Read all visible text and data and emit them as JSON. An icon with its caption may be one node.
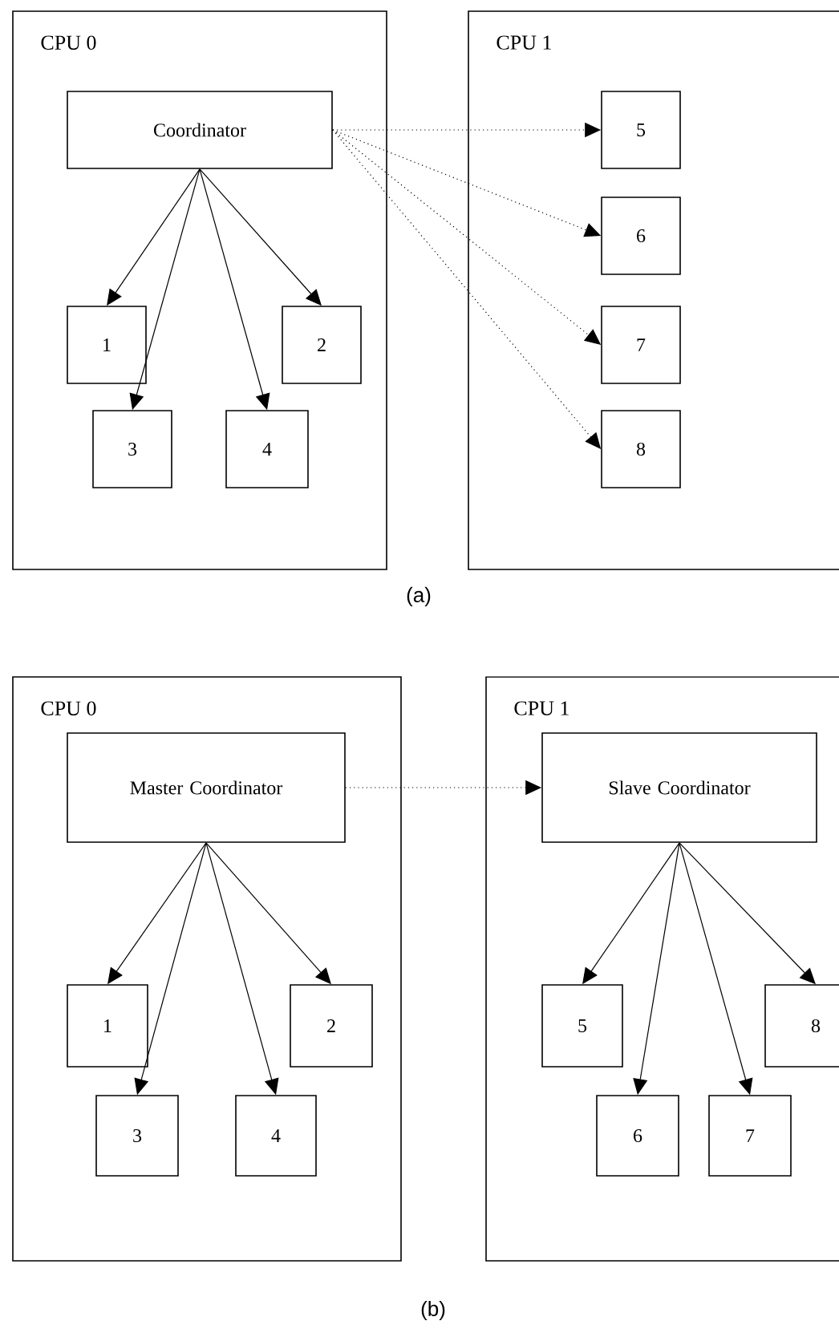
{
  "diagram": {
    "nodes": [
      {
        "text": [
          "CPU 0"
        ]
      },
      {
        "text": [
          "Coordinator"
        ],
        "in": 0
      },
      {
        "text": [
          "1"
        ],
        "in": 0
      },
      {
        "text": [
          "2"
        ],
        "in": 0
      },
      {
        "text": [
          "3"
        ],
        "in": 0
      },
      {
        "text": [
          "4"
        ],
        "in": 0
      },
      {
        "text": [
          "CPU 1"
        ]
      },
      {
        "text": [
          "5"
        ],
        "in": 6
      },
      {
        "text": [
          "6"
        ],
        "in": 6
      },
      {
        "text": [
          "7"
        ],
        "in": 6
      },
      {
        "text": [
          "8"
        ],
        "in": 6
      },
      {
        "text": [
          "CPU 0"
        ]
      },
      {
        "text": [
          "Master Coordinator"
        ],
        "in": 11
      },
      {
        "text": [
          "1"
        ],
        "in": 11
      },
      {
        "text": [
          "2"
        ],
        "in": 11
      },
      {
        "text": [
          "3"
        ],
        "in": 11
      },
      {
        "text": [
          "4"
        ],
        "in": 11
      },
      {
        "text": [
          "CPU 1"
        ]
      },
      {
        "text": [
          "Slave Coordinator"
        ],
        "in": 17
      },
      {
        "text": [
          "5"
        ],
        "in": 17
      },
      {
        "text": [
          "8"
        ],
        "in": 17
      },
      {
        "text": [
          "6"
        ],
        "in": 17
      },
      {
        "text": [
          "7"
        ],
        "in": 17
      }
    ],
    "edges": [
      {
        "from": 1,
        "to": 2,
        "arrow": "to"
      },
      {
        "from": 1,
        "to": 4,
        "arrow": "to"
      },
      {
        "from": 1,
        "to": 5,
        "arrow": "to"
      },
      {
        "from": 1,
        "to": 3,
        "arrow": "to"
      },
      {
        "from": 1,
        "to": 7,
        "arrow": "to",
        "style": "dashed"
      },
      {
        "from": 1,
        "to": 8,
        "arrow": "to",
        "style": "dashed"
      },
      {
        "from": 1,
        "to": 9,
        "arrow": "to",
        "style": "dashed"
      },
      {
        "from": 1,
        "to": 10,
        "arrow": "to",
        "style": "dashed"
      },
      {
        "from": 12,
        "to": 13,
        "arrow": "to"
      },
      {
        "from": 12,
        "to": 15,
        "arrow": "to"
      },
      {
        "from": 12,
        "to": 16,
        "arrow": "to"
      },
      {
        "from": 12,
        "to": 14,
        "arrow": "to"
      },
      {
        "from": 12,
        "to": 18,
        "arrow": "to",
        "style": "dashed"
      },
      {
        "from": 18,
        "to": 19,
        "arrow": "to"
      },
      {
        "from": 18,
        "to": 21,
        "arrow": "to"
      },
      {
        "from": 18,
        "to": 22,
        "arrow": "to"
      },
      {
        "from": 18,
        "to": 20,
        "arrow": "to"
      }
    ],
    "labels": [
      "(a)",
      "(b)"
    ]
  }
}
